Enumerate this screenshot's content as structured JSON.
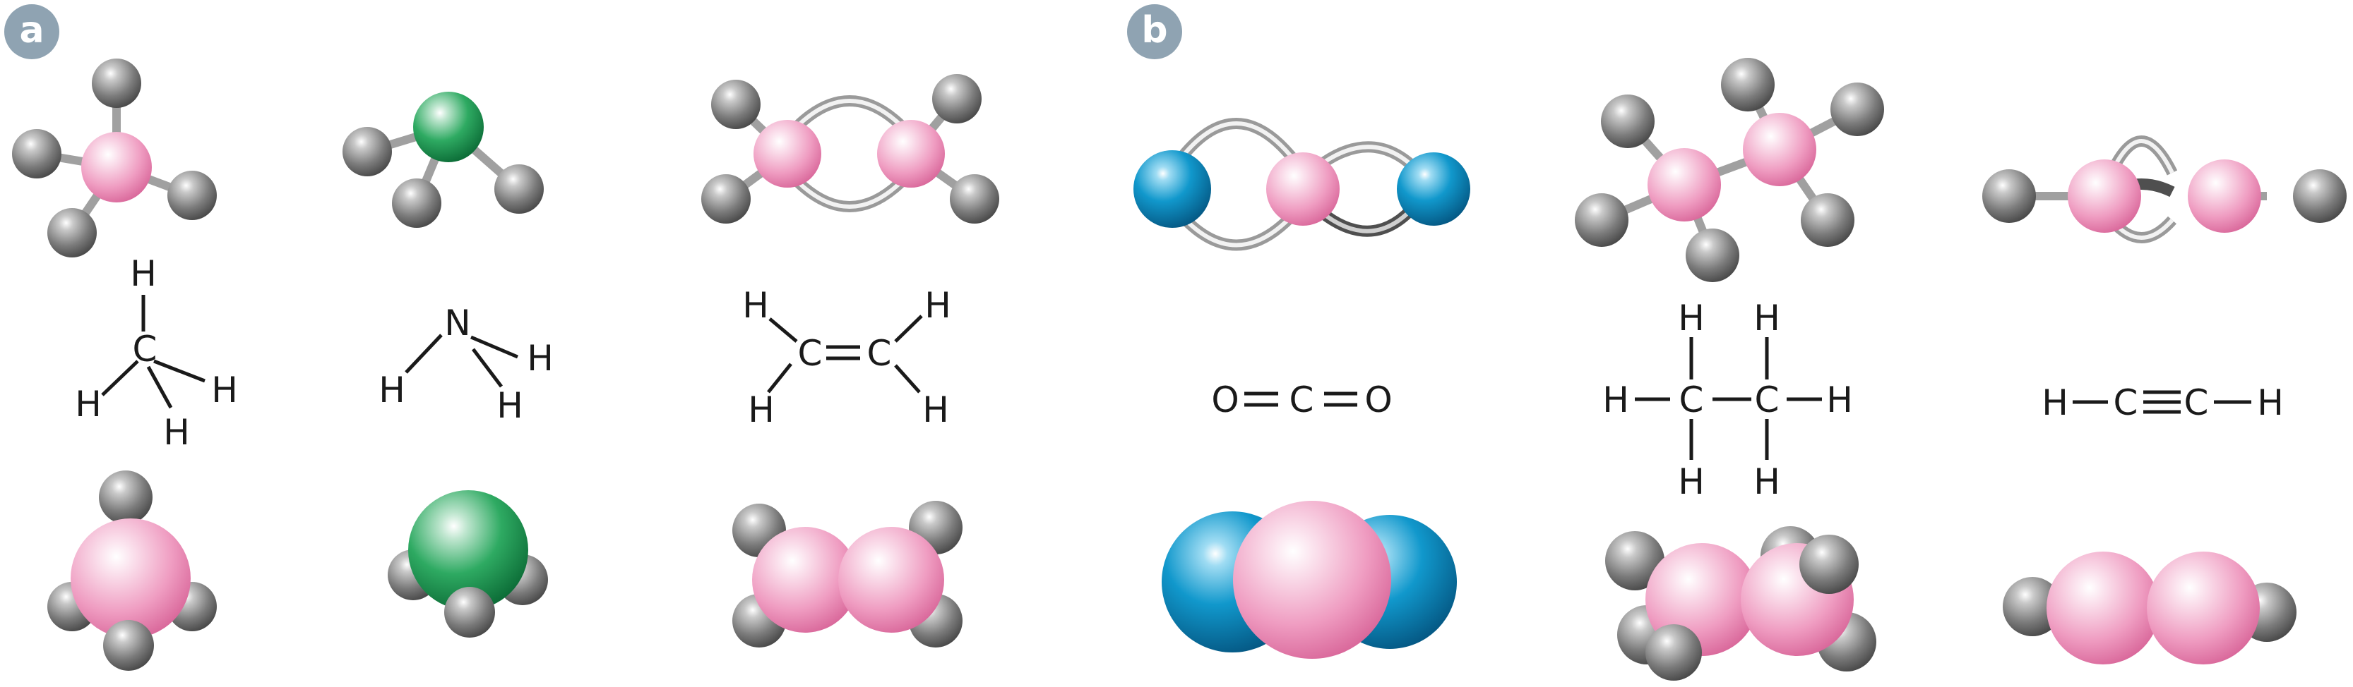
{
  "panels": [
    {
      "label": "a"
    },
    {
      "label": "b"
    }
  ],
  "colors": {
    "carbon": "#e77fab",
    "nitrogen": "#1a9a52",
    "oxygen": "#0d8fc2",
    "hydrogen": "#7d7d7d",
    "bond": "#a9a9a9",
    "badge": "#8fa3b2"
  },
  "molecules": [
    {
      "panel": "a",
      "structural": {
        "atoms": [
          "H",
          "C",
          "H",
          "H",
          "H"
        ]
      }
    },
    {
      "panel": "a",
      "structural": {
        "atoms": [
          "N",
          "H",
          "H",
          "H"
        ]
      }
    },
    {
      "panel": "a",
      "structural": {
        "atoms": [
          "H",
          "H",
          "C",
          "C",
          "H",
          "H"
        ]
      }
    },
    {
      "panel": "b",
      "structural": {
        "atoms": [
          "O",
          "C",
          "O"
        ]
      }
    },
    {
      "panel": "b",
      "structural": {
        "atoms": [
          "H",
          "H",
          "H",
          "C",
          "C",
          "H",
          "H",
          "H"
        ]
      }
    },
    {
      "panel": "b",
      "structural": {
        "atoms": [
          "H",
          "C",
          "C",
          "H"
        ]
      }
    }
  ]
}
